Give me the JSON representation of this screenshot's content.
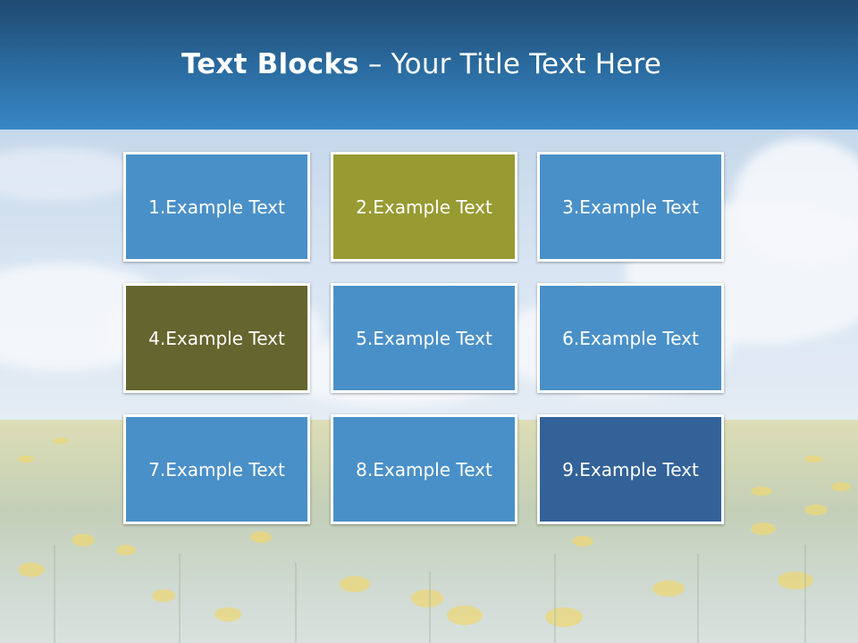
{
  "header": {
    "title_bold": "Text Blocks",
    "title_separator": " – ",
    "title_rest": "Your Title Text Here"
  },
  "colors": {
    "header_dark": "#1f4a70",
    "header_light": "#3788c6",
    "box_blue": "#4a90c8",
    "box_olive": "#989a32",
    "box_dark_olive": "#65652f",
    "box_navy": "#336298"
  },
  "blocks": [
    {
      "label": "1.Example Text",
      "color": "#4a90c8"
    },
    {
      "label": "2.Example Text",
      "color": "#989a32"
    },
    {
      "label": "3.Example Text",
      "color": "#4a90c8"
    },
    {
      "label": "4.Example Text",
      "color": "#65652f"
    },
    {
      "label": "5.Example Text",
      "color": "#4a90c8"
    },
    {
      "label": "6.Example Text",
      "color": "#4a90c8"
    },
    {
      "label": "7.Example Text",
      "color": "#4a90c8"
    },
    {
      "label": "8.Example Text",
      "color": "#4a90c8"
    },
    {
      "label": "9.Example Text",
      "color": "#336298"
    }
  ]
}
